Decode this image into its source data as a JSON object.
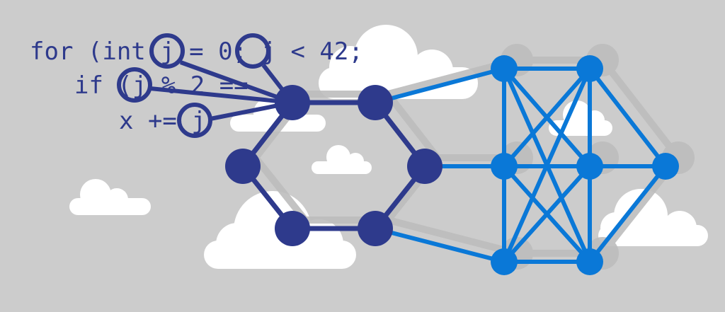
{
  "code": {
    "lines": [
      "for (int j = 0; j < 42;",
      "if (j % 2 ==",
      "x += j"
    ]
  },
  "colors": {
    "background": "#cccccc",
    "cloud": "#ffffff",
    "shadow": "#bdbdbd",
    "dark_network": "#2e3a8c",
    "blue_network": "#0a78d7"
  }
}
